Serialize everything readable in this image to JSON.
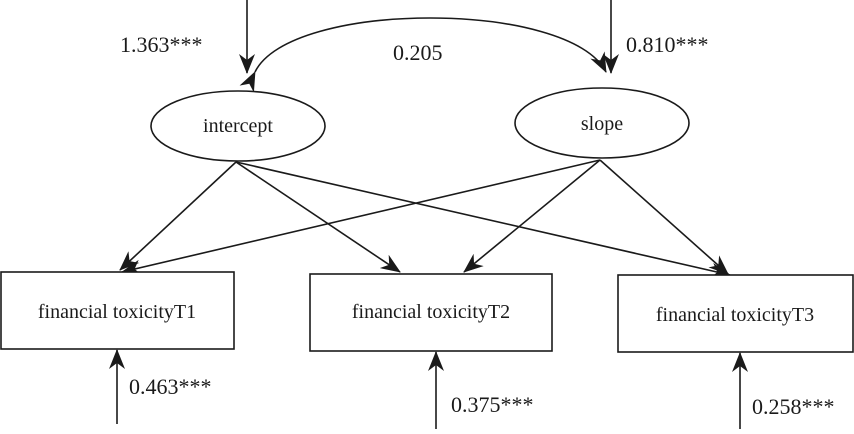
{
  "diagram": {
    "latent": {
      "intercept": "intercept",
      "slope": "slope"
    },
    "observed": [
      "financial toxicityT1",
      "financial toxicityT2",
      "financial toxicityT3"
    ],
    "variances": {
      "intercept": "1.363***",
      "slope": "0.810***"
    },
    "covariance": "0.205",
    "residuals": [
      "0.463***",
      "0.375***",
      "0.258***"
    ],
    "colors": {
      "stroke": "#1a1a1a",
      "background": "#ffffff"
    }
  }
}
